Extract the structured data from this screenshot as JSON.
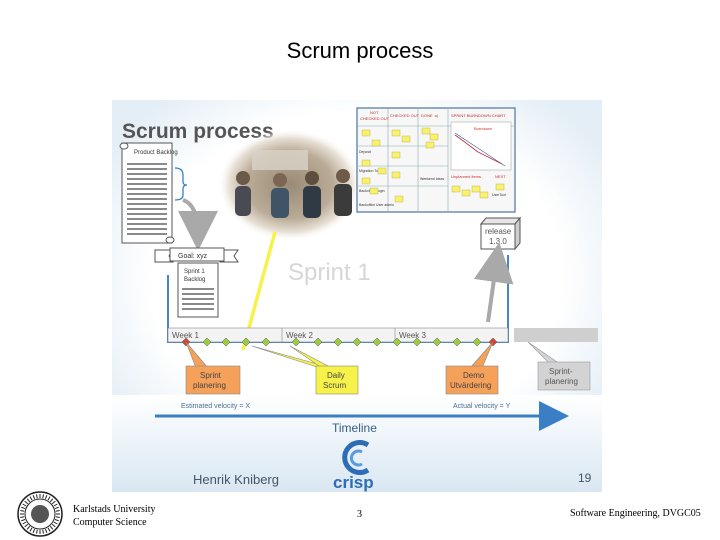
{
  "slide": {
    "title": "Scrum process",
    "page_number": "3",
    "footer_left_line1": "Karlstads University",
    "footer_left_line2": "Computer Science",
    "footer_right": "Software Engineering, DVGC05"
  },
  "figure": {
    "heading": "Scrum process",
    "product_backlog": "Product Backlog",
    "goal_banner": "Goal: xyz",
    "sprint_backlog_line1": "Sprint 1",
    "sprint_backlog_line2": "Backlog",
    "sprint_label": "Sprint 1",
    "release_line1": "release",
    "release_line2": "1.3.0",
    "week1": "Week 1",
    "week2": "Week 2",
    "week3": "Week 3",
    "callout_planning_line1": "Sprint",
    "callout_planning_line2": "planering",
    "callout_daily_line1": "Daily",
    "callout_daily_line2": "Scrum",
    "callout_demo_line1": "Demo",
    "callout_demo_line2": "Utvärdering",
    "callout_next_line1": "Sprint-",
    "callout_next_line2": "planering",
    "estimated_velocity": "Estimated velocity = X",
    "actual_velocity": "Actual velocity = Y",
    "timeline": "Timeline",
    "author": "Henrik Kniberg",
    "brand": "crisp",
    "figure_number": "19",
    "board_col1_line1": "NOT",
    "board_col1_line2": "CHECKED OUT",
    "board_col2": "CHECKED OUT",
    "board_col3": "DONE :o)",
    "board_col4": "SPRINT BURNDOWN CHART",
    "board_burndown": "Burndown",
    "board_unplanned": "Unplanned items",
    "board_next": "NEXT",
    "board_row1": "Deposit",
    "board_row2": "Migration Tool",
    "board_row3": "Backoffice Login",
    "board_row4": "Backoffice User admin",
    "board_foot1": "Weekend Ideas",
    "board_foot2": "UserTool"
  },
  "colors": {
    "accent_yellow": "#f7f24a",
    "timeline_blue": "#3a7fc6",
    "callout_orange": "#f5a15a",
    "milestone_red": "#d9442b",
    "milestone_green": "#9ccc3c",
    "grey_arrow": "#a9a9a9"
  }
}
